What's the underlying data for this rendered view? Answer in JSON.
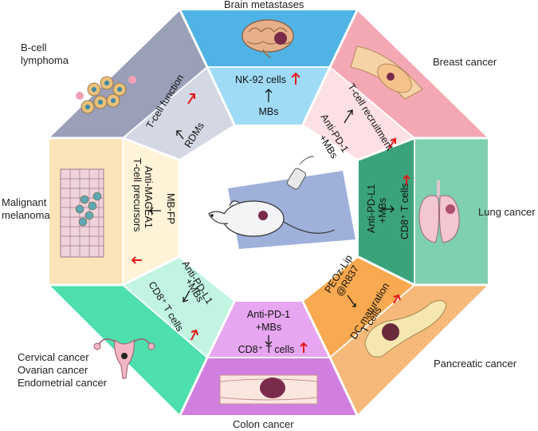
{
  "labels": {
    "brain": "Brain metastases",
    "breast": "Breast cancer",
    "lung": "Lung cancer",
    "pancreatic": "Pancreatic cancer",
    "colon": "Colon cancer",
    "cervical": "Cervical cancer",
    "ovarian": "Ovarian cancer",
    "endometrial": "Endometrial cancer",
    "melanoma_1": "Malignant",
    "melanoma_2": "melanoma",
    "bcell_1": "B-cell",
    "bcell_2": "lymphoma"
  },
  "inner": {
    "brain": {
      "top": "NK-92 cells",
      "bottom": "MBs"
    },
    "breast": {
      "top": "T-cell recruitment",
      "bottom_1": "Anti-PD-1",
      "bottom_2": "+MBs"
    },
    "lung": {
      "top_1": "Anti-PD-L1",
      "top_2": "+MBs",
      "bottom": "CD8⁺ T cells"
    },
    "pancreatic": {
      "top_1": "PEOz-Lip",
      "top_2": "@R837",
      "bottom_1": "DC maturation",
      "bottom_2": "T cells"
    },
    "colon": {
      "top_1": "Anti-PD-1",
      "top_2": "+MBs",
      "bottom": "CD8⁺ T cells"
    },
    "cervical": {
      "top_1": "Anti-PD-L1",
      "top_2": "+MBs",
      "bottom": "CD8⁺ T cells"
    },
    "melanoma": {
      "left_1": "T-cell precursors",
      "left_2": "Anti-MAGEA1",
      "right": "MB-FP"
    },
    "bcell": {
      "top": "T-cell function",
      "bottom": "RDMs"
    }
  },
  "colors": {
    "brain_outer": "#4fb3e6",
    "brain_inner": "#9fdbf7",
    "breast_outer": "#f3a8b4",
    "breast_inner": "#fde0e4",
    "lung_outer": "#7fcfb1",
    "lung_inner": "#3aa37c",
    "pancreatic_outer": "#f6b97a",
    "pancreatic_inner": "#f9a94f",
    "colon_outer": "#d07fe0",
    "colon_inner": "#e7a6f0",
    "cervical_outer": "#4ddfae",
    "cervical_inner": "#c2f4e2",
    "melanoma_outer": "#fbe4b8",
    "melanoma_inner": "#fff3d8",
    "bcell_outer": "#9aa0b8",
    "bcell_inner": "#d4d8e4",
    "center": "#ffffff",
    "arrow_up": "#e41a1c"
  }
}
